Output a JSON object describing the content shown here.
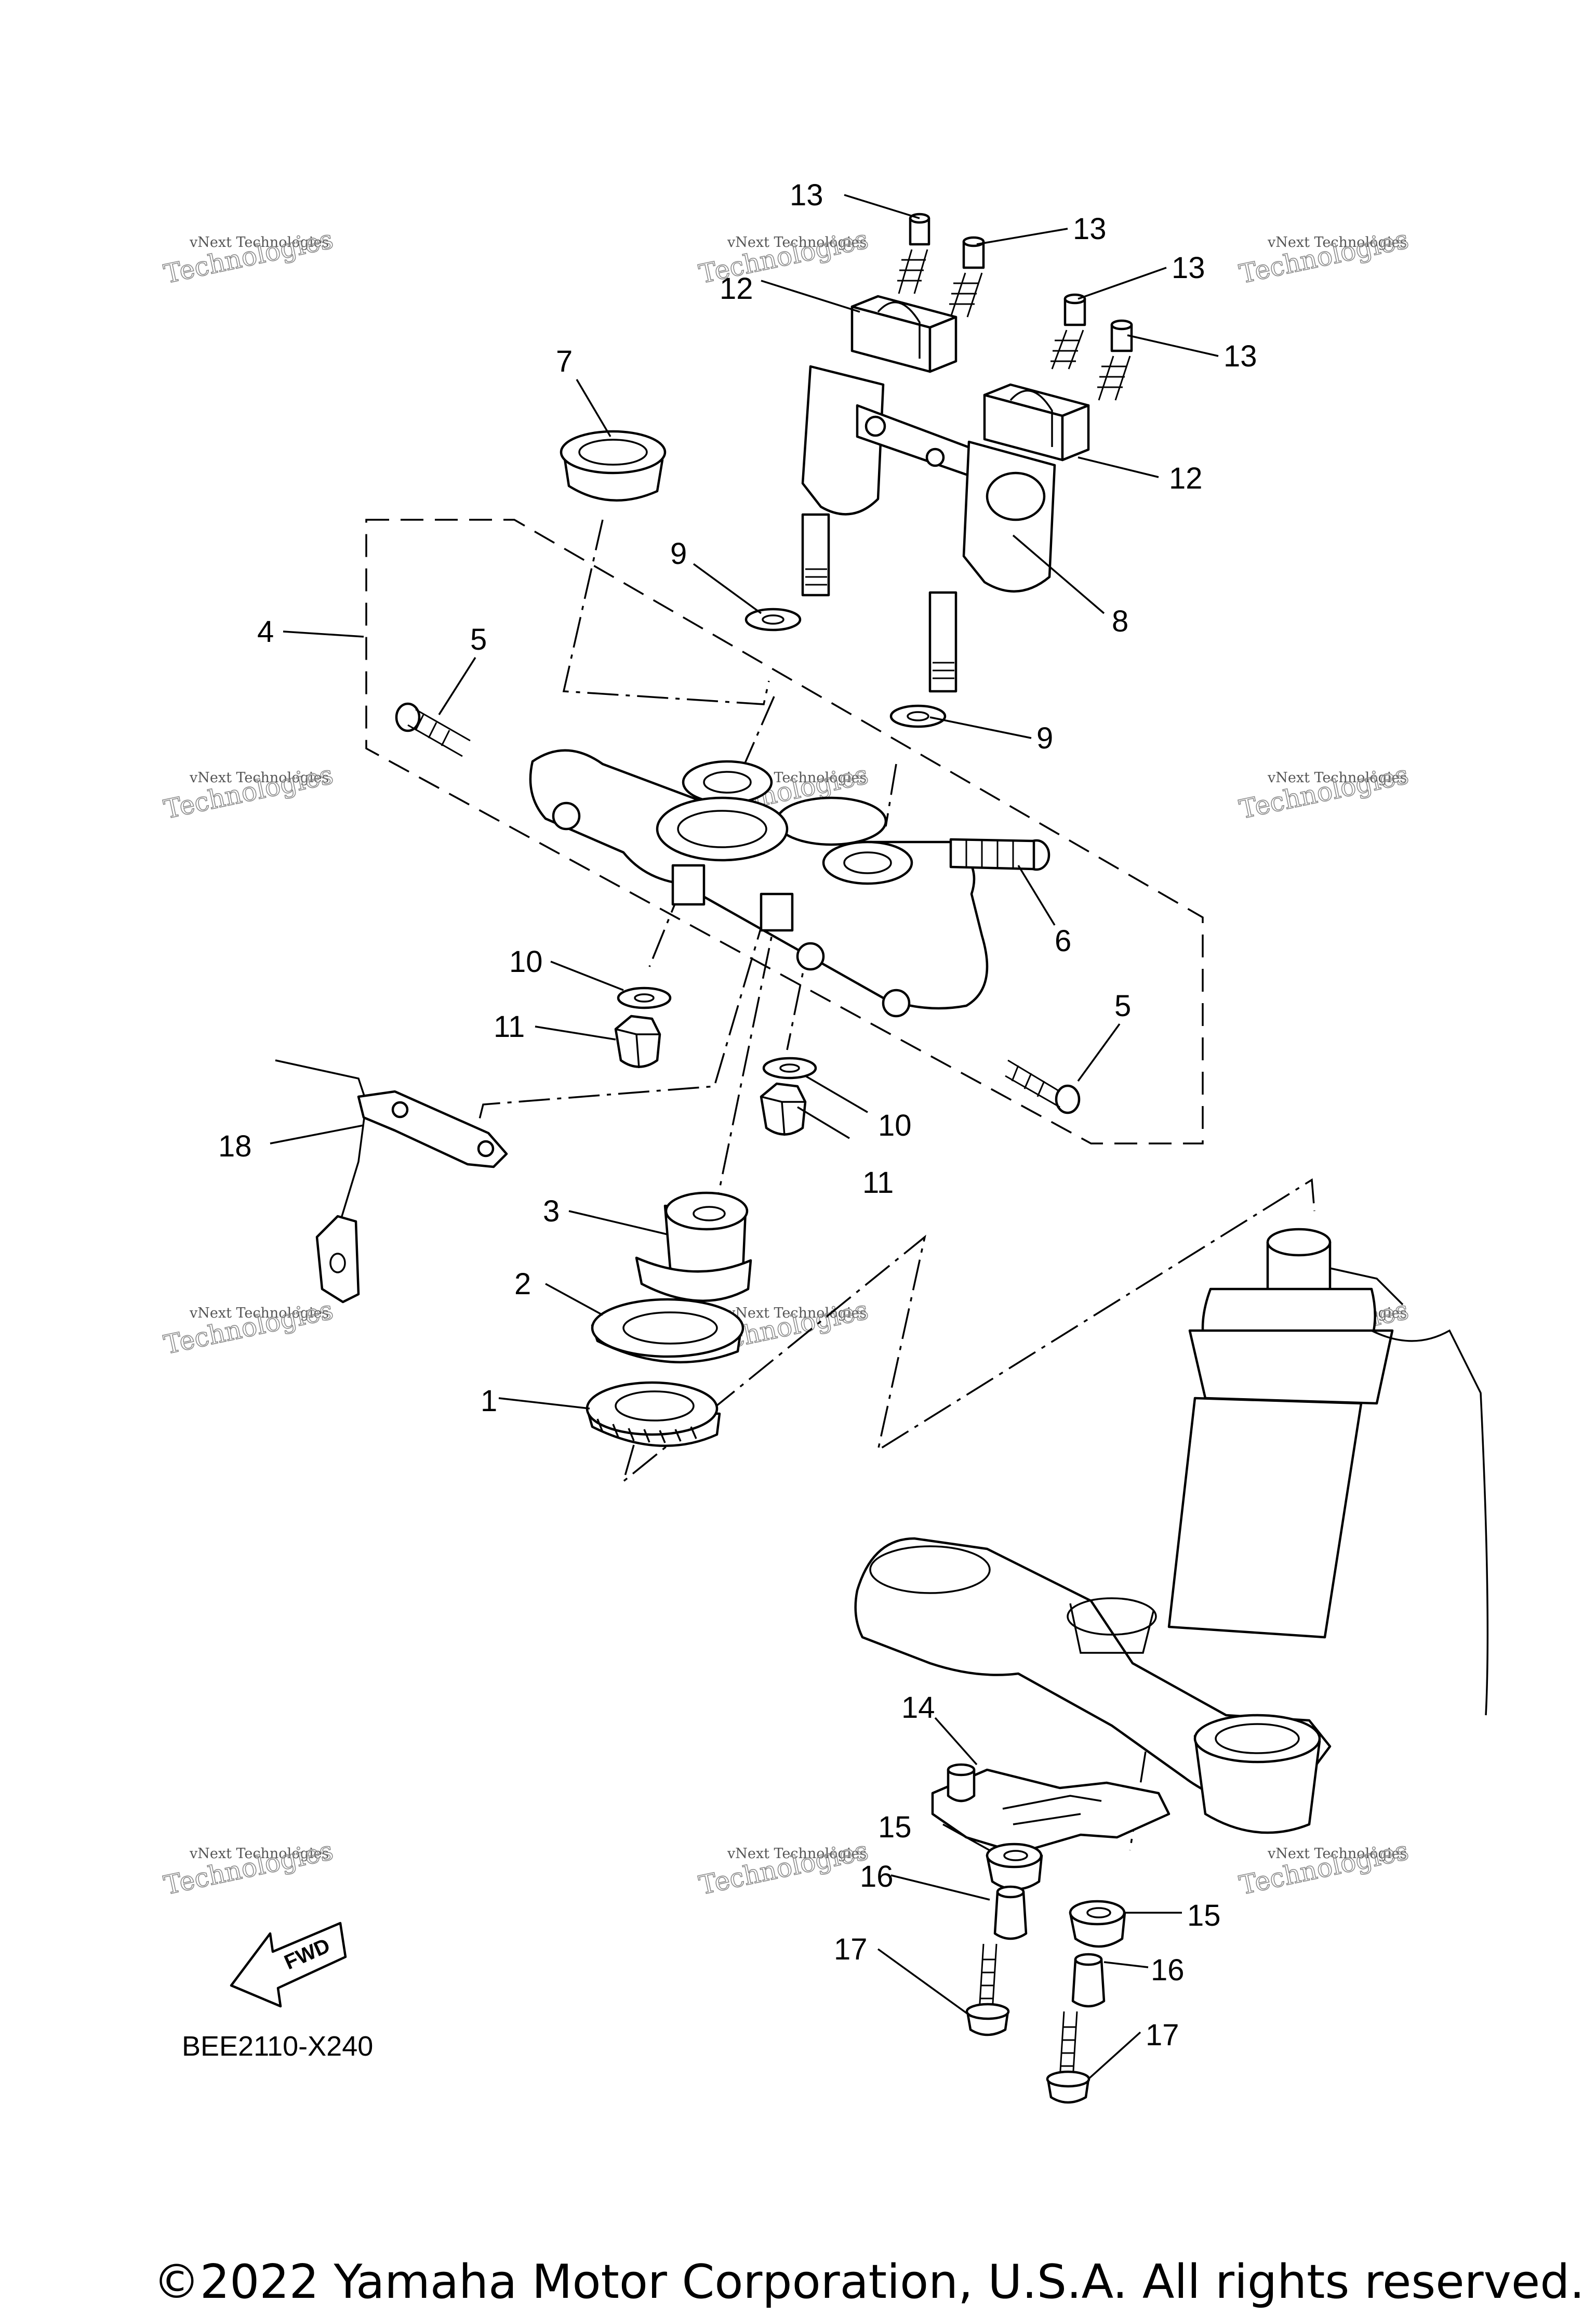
{
  "diagram": {
    "part_numbers": [
      "1",
      "2",
      "3",
      "4",
      "5",
      "6",
      "7",
      "8",
      "9",
      "10",
      "11",
      "12",
      "13",
      "14",
      "15",
      "16",
      "17",
      "18"
    ],
    "diagram_code": "BEE2110-X240",
    "fwd_label": "FWD",
    "watermark": {
      "line1": "vNext Technologies",
      "line2": "Technologies"
    },
    "copyright": "©2022 Yamaha Motor Corporation, U.S.A. All rights reserved."
  }
}
